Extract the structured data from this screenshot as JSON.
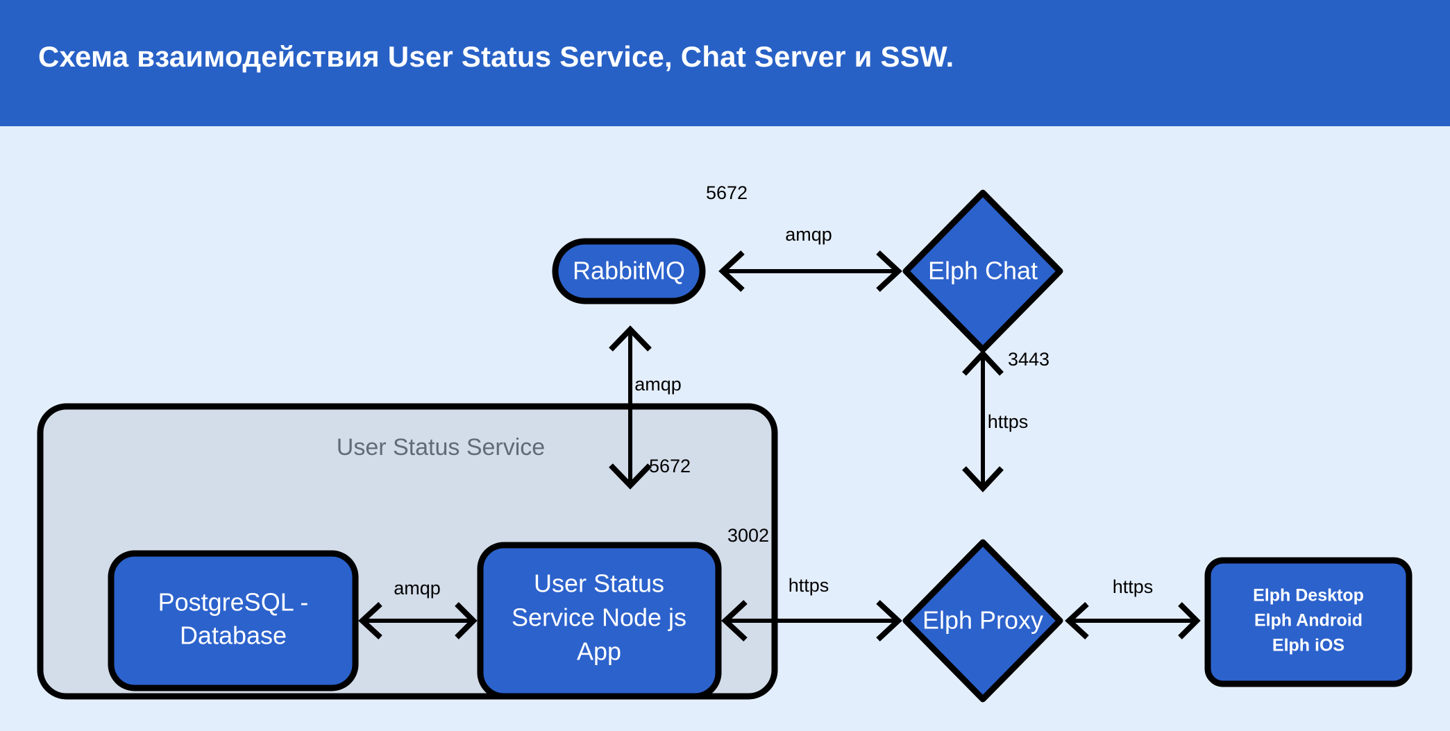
{
  "header": {
    "title": "Схема взаимодействия User Status Service, Chat Server и SSW.",
    "background_color": "#2861c6",
    "text_color": "#ffffff"
  },
  "canvas": {
    "background_color": "#e3eefc"
  },
  "colors": {
    "node_fill": "#2c62cc",
    "node_stroke": "#000000",
    "node_text": "#ffffff",
    "group_fill": "#d3dce9",
    "group_label": "#616a77",
    "edge": "#000000"
  },
  "diagram": {
    "group": {
      "label": "User Status Service",
      "nodes": [
        {
          "id": "postgres",
          "label_line1": "PostgreSQL -",
          "label_line2": "Database",
          "shape": "rounded-rect"
        },
        {
          "id": "uss_app",
          "label_line1": "User Status",
          "label_line2": "Service Node js",
          "label_line3": "App",
          "shape": "rounded-rect"
        }
      ]
    },
    "nodes": [
      {
        "id": "rabbitmq",
        "label": "RabbitMQ",
        "shape": "stadium"
      },
      {
        "id": "elph_chat",
        "label": "Elph Chat",
        "shape": "diamond"
      },
      {
        "id": "elph_proxy",
        "label": "Elph Proxy",
        "shape": "diamond"
      },
      {
        "id": "clients",
        "label_line1": "Elph Desktop",
        "label_line2": "Elph Android",
        "label_line3": "Elph iOS",
        "shape": "rounded-rect"
      }
    ],
    "edges": [
      {
        "id": "rabbitmq-elphchat",
        "from": "rabbitmq",
        "to": "elph_chat",
        "protocol": "amqp",
        "port": "5672",
        "direction": "bidirectional"
      },
      {
        "id": "ussapp-rabbitmq",
        "from": "uss_app",
        "to": "rabbitmq",
        "protocol": "amqp",
        "port": "5672",
        "direction": "bidirectional"
      },
      {
        "id": "elphchat-elphproxy",
        "from": "elph_chat",
        "to": "elph_proxy",
        "protocol": "https",
        "port": "3443",
        "direction": "bidirectional"
      },
      {
        "id": "ussapp-elphproxy",
        "from": "uss_app",
        "to": "elph_proxy",
        "protocol": "https",
        "port": "3002",
        "direction": "bidirectional"
      },
      {
        "id": "elphproxy-clients",
        "from": "elph_proxy",
        "to": "clients",
        "protocol": "https",
        "port": "",
        "direction": "bidirectional"
      }
    ],
    "labels": {
      "amqp": "amqp",
      "https": "https",
      "port_5672_top": "5672",
      "port_5672_mid": "5672",
      "port_3443": "3443",
      "port_3002": "3002"
    }
  }
}
